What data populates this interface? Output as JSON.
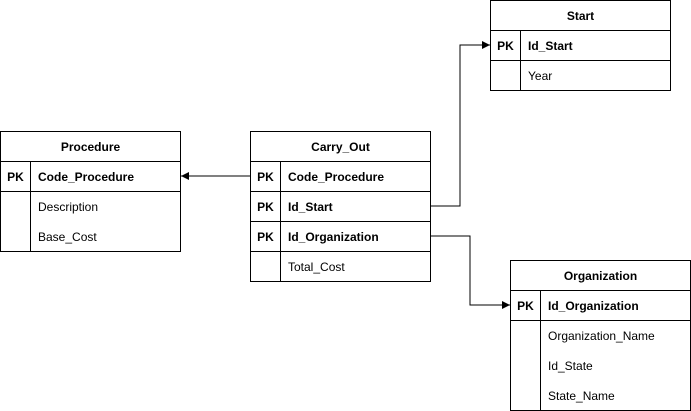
{
  "entities": {
    "start": {
      "title": "Start",
      "rows": [
        {
          "key": "PK",
          "name": "Id_Start"
        },
        {
          "key": "",
          "name": "Year"
        }
      ]
    },
    "procedure": {
      "title": "Procedure",
      "rows": [
        {
          "key": "PK",
          "name": "Code_Procedure"
        },
        {
          "key": "",
          "name": "Description"
        },
        {
          "key": "",
          "name": "Base_Cost"
        }
      ]
    },
    "carry_out": {
      "title": "Carry_Out",
      "rows": [
        {
          "key": "PK",
          "name": "Code_Procedure"
        },
        {
          "key": "PK",
          "name": "Id_Start"
        },
        {
          "key": "PK",
          "name": "Id_Organization"
        },
        {
          "key": "",
          "name": "Total_Cost"
        }
      ]
    },
    "organization": {
      "title": "Organization",
      "rows": [
        {
          "key": "PK",
          "name": "Id_Organization"
        },
        {
          "key": "",
          "name": "Organization_Name"
        },
        {
          "key": "",
          "name": "Id_State"
        },
        {
          "key": "",
          "name": "State_Name"
        }
      ]
    }
  },
  "relations": [
    {
      "from": "carry_out.Code_Procedure",
      "to": "procedure.Code_Procedure"
    },
    {
      "from": "carry_out.Id_Start",
      "to": "start.Id_Start"
    },
    {
      "from": "carry_out.Id_Organization",
      "to": "organization.Id_Organization"
    }
  ]
}
